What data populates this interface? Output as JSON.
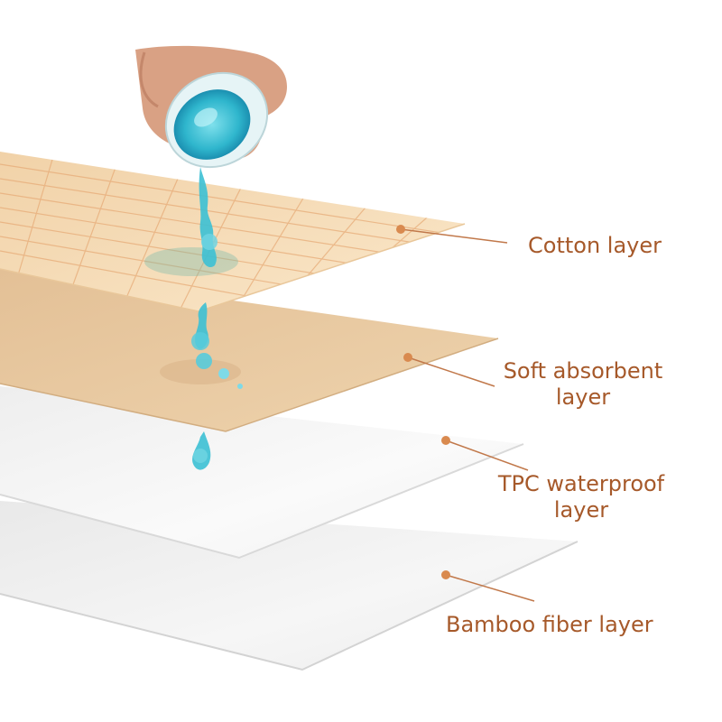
{
  "colors": {
    "label_text": "#a6592a",
    "leader_line": "#c1784a",
    "dot": "#d98a4f",
    "cotton_layer": "#f6dcb7",
    "soft_layer": "#e8c9a1",
    "tpc_layer": "#f1f1f1",
    "bamboo_layer": "#f3f3f3",
    "liquid": "#38c2d6"
  },
  "layers": [
    {
      "id": "cotton",
      "line1": "Cotton layer",
      "line2": ""
    },
    {
      "id": "soft",
      "line1": "Soft absorbent",
      "line2": "layer"
    },
    {
      "id": "tpc",
      "line1": "TPC waterproof",
      "line2": "layer"
    },
    {
      "id": "bamboo",
      "line1": "Bamboo fiber layer",
      "line2": ""
    }
  ]
}
